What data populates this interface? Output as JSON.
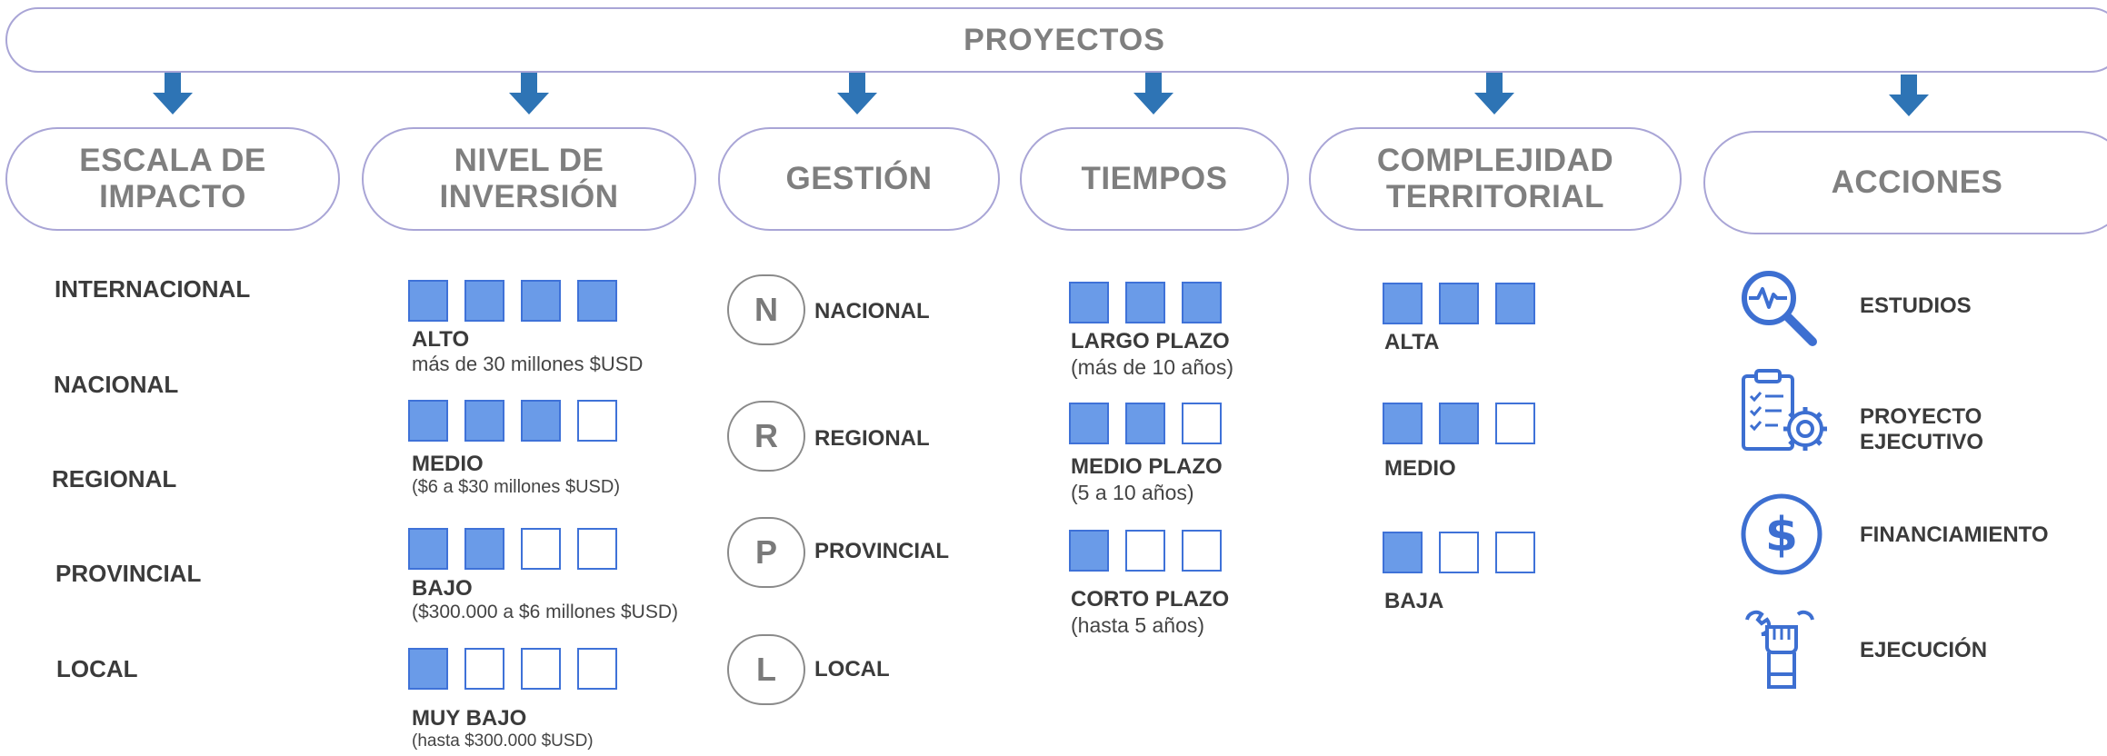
{
  "title": "PROYECTOS",
  "headers": {
    "escala": [
      "ESCALA DE",
      "IMPACTO"
    ],
    "inversion": [
      "NIVEL DE",
      "INVERSIÓN"
    ],
    "gestion": "GESTIÓN",
    "tiempos": "TIEMPOS",
    "complejidad": [
      "COMPLEJIDAD",
      "TERRITORIAL"
    ],
    "acciones": "ACCIONES"
  },
  "escala_items": [
    "INTERNACIONAL",
    "NACIONAL",
    "REGIONAL",
    "PROVINCIAL",
    "LOCAL"
  ],
  "inversion_levels": [
    {
      "name": "ALTO",
      "desc": "más de 30 millones  $USD",
      "filled": 4,
      "total": 4
    },
    {
      "name": "MEDIO",
      "desc": "($6 a $30 millones $USD)",
      "filled": 3,
      "total": 4
    },
    {
      "name": "BAJO",
      "desc": "($300.000  a $6 millones $USD)",
      "filled": 2,
      "total": 4
    },
    {
      "name": "MUY BAJO",
      "desc": "(hasta $300.000 $USD)",
      "filled": 1,
      "total": 4
    }
  ],
  "gestion_items": [
    {
      "letter": "N",
      "label": "NACIONAL"
    },
    {
      "letter": "R",
      "label": "REGIONAL"
    },
    {
      "letter": "P",
      "label": "PROVINCIAL"
    },
    {
      "letter": "L",
      "label": "LOCAL"
    }
  ],
  "tiempos_levels": [
    {
      "name": "LARGO PLAZO",
      "desc": "(más de 10 años)",
      "filled": 3,
      "total": 3
    },
    {
      "name": "MEDIO PLAZO",
      "desc": "(5 a 10 años)",
      "filled": 2,
      "total": 3
    },
    {
      "name": "CORTO PLAZO",
      "desc": "(hasta 5 años)",
      "filled": 1,
      "total": 3
    }
  ],
  "complejidad_levels": [
    {
      "name": "ALTA",
      "filled": 3,
      "total": 3
    },
    {
      "name": "MEDIO",
      "filled": 2,
      "total": 3
    },
    {
      "name": "BAJA",
      "filled": 1,
      "total": 3
    }
  ],
  "acciones": [
    {
      "icon": "magnifier-pulse-icon",
      "label": "ESTUDIOS"
    },
    {
      "icon": "clipboard-gear-icon",
      "label": "PROYECTO EJECUTIVO"
    },
    {
      "icon": "dollar-circle-icon",
      "label": "FINANCIAMIENTO"
    },
    {
      "icon": "hand-wrench-icon",
      "label": "EJECUCIÓN"
    }
  ],
  "colors": {
    "arrow": "#2e74b5",
    "square_fill": "#6a9be8",
    "square_border": "#3f72d8",
    "pill_border": "#a9a5d6",
    "header_text": "#7f7f7f",
    "icon": "#3d6fd1"
  }
}
